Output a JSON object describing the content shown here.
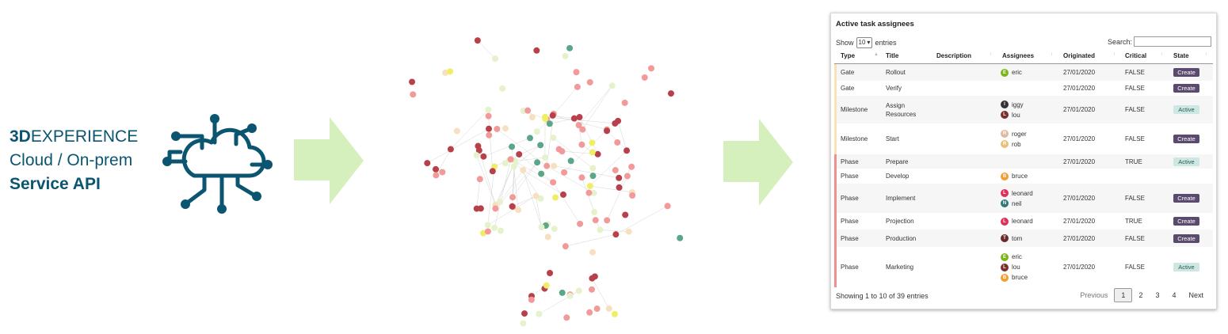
{
  "brand": {
    "line1_bold": "3D",
    "line1_rest": "EXPERIENCE",
    "line2": "Cloud / On-prem",
    "line3": "Service API"
  },
  "colors": {
    "brand": "#0b5570",
    "arrow": "#d6f0bd",
    "create_btn": "#5a4a6e",
    "active_btn": "#cde7e2"
  },
  "icons": {
    "service": "cloud-network-icon",
    "arrow": "right-arrow-icon"
  },
  "table": {
    "title": "Active task assignees",
    "show_label": "Show",
    "page_size": "10",
    "entries_label": "entries",
    "search_label": "Search:",
    "columns": [
      "Type",
      "Title",
      "Description",
      "Assignees",
      "Originated",
      "Critical",
      "State"
    ],
    "rows": [
      {
        "type": "Gate",
        "title": "Rollout",
        "description": "",
        "assignees": [
          {
            "initial": "E",
            "name": "eric",
            "color": "#7cb518"
          }
        ],
        "originated": "27/01/2020",
        "critical": "FALSE",
        "state": "Create",
        "bar": "#f7e3b5"
      },
      {
        "type": "Gate",
        "title": "Verify",
        "description": "",
        "assignees": [],
        "originated": "27/01/2020",
        "critical": "FALSE",
        "state": "Create",
        "bar": "#f7e3b5"
      },
      {
        "type": "Milestone",
        "title": "Assign Resources",
        "description": "",
        "assignees": [
          {
            "initial": "I",
            "name": "iggy",
            "color": "#333333"
          },
          {
            "initial": "L",
            "name": "lou",
            "color": "#7b2e2e"
          }
        ],
        "originated": "27/01/2020",
        "critical": "FALSE",
        "state": "Active",
        "bar": "#f7e3b5"
      },
      {
        "type": "Milestone",
        "title": "Start",
        "description": "",
        "assignees": [
          {
            "initial": "R",
            "name": "roger",
            "color": "#e0b9a0"
          },
          {
            "initial": "R",
            "name": "rob",
            "color": "#e8c07a"
          }
        ],
        "originated": "27/01/2020",
        "critical": "FALSE",
        "state": "Create",
        "bar": "#f7e3b5"
      },
      {
        "type": "Phase",
        "title": "Prepare",
        "description": "",
        "assignees": [],
        "originated": "27/01/2020",
        "critical": "TRUE",
        "state": "Active",
        "bar": "#ef8f8f"
      },
      {
        "type": "Phase",
        "title": "Develop",
        "description": "",
        "assignees": [
          {
            "initial": "B",
            "name": "bruce",
            "color": "#f0a030"
          }
        ],
        "originated": "",
        "critical": "",
        "state": "",
        "bar": "#ef8f8f"
      },
      {
        "type": "Phase",
        "title": "Implement",
        "description": "",
        "assignees": [
          {
            "initial": "L",
            "name": "leonard",
            "color": "#e0305a"
          },
          {
            "initial": "N",
            "name": "neil",
            "color": "#2e7a78"
          }
        ],
        "originated": "27/01/2020",
        "critical": "FALSE",
        "state": "Create",
        "bar": "#ef8f8f"
      },
      {
        "type": "Phase",
        "title": "Projection",
        "description": "",
        "assignees": [
          {
            "initial": "L",
            "name": "leonard",
            "color": "#e0305a"
          }
        ],
        "originated": "27/01/2020",
        "critical": "TRUE",
        "state": "Create",
        "bar": "#ef8f8f"
      },
      {
        "type": "Phase",
        "title": "Production",
        "description": "",
        "assignees": [
          {
            "initial": "T",
            "name": "tom",
            "color": "#6a2a2a"
          }
        ],
        "originated": "27/01/2020",
        "critical": "FALSE",
        "state": "Create",
        "bar": "#ef8f8f"
      },
      {
        "type": "Phase",
        "title": "Marketing",
        "description": "",
        "assignees": [
          {
            "initial": "E",
            "name": "eric",
            "color": "#7cb518"
          },
          {
            "initial": "L",
            "name": "lou",
            "color": "#7b2e2e"
          },
          {
            "initial": "B",
            "name": "bruce",
            "color": "#f0a030"
          }
        ],
        "originated": "27/01/2020",
        "critical": "FALSE",
        "state": "Active",
        "bar": "#ef8f8f"
      }
    ],
    "info": "Showing 1 to 10 of 39 entries",
    "pager": {
      "previous": "Previous",
      "pages": [
        "1",
        "2",
        "3",
        "4"
      ],
      "next": "Next"
    }
  }
}
